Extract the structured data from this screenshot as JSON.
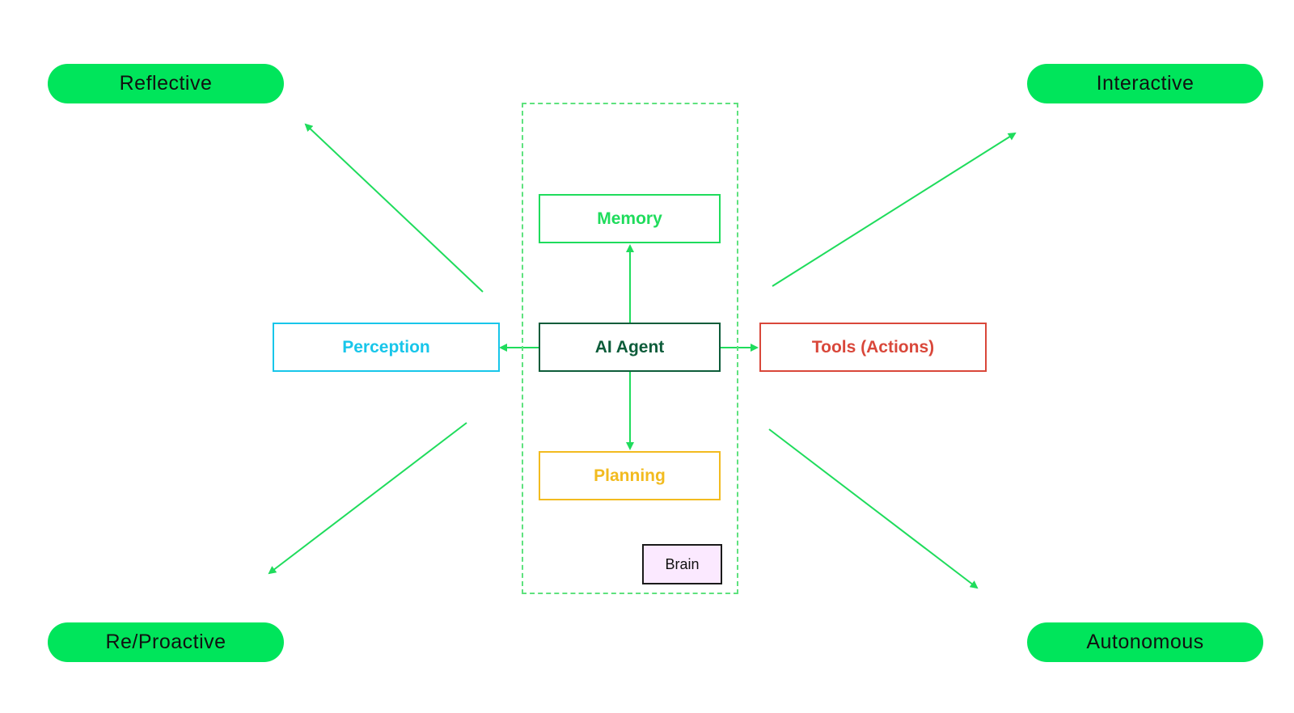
{
  "colors": {
    "accent_green": "#00e55b",
    "arrow_green": "#1fdc5c",
    "perception": "#18c6ea",
    "agent": "#0d5c3a",
    "memory": "#1fdc5c",
    "planning": "#f2bb1f",
    "tools": "#d9473a",
    "brain_fill": "#fbe9ff",
    "brain_border": "#1a1a1a"
  },
  "traits": {
    "top_left": "Reflective",
    "top_right": "Interactive",
    "bottom_left": "Re/Proactive",
    "bottom_right": "Autonomous"
  },
  "nodes": {
    "memory": "Memory",
    "agent": "AI Agent",
    "perception": "Perception",
    "tools": "Tools (Actions)",
    "planning": "Planning",
    "brain": "Brain"
  }
}
